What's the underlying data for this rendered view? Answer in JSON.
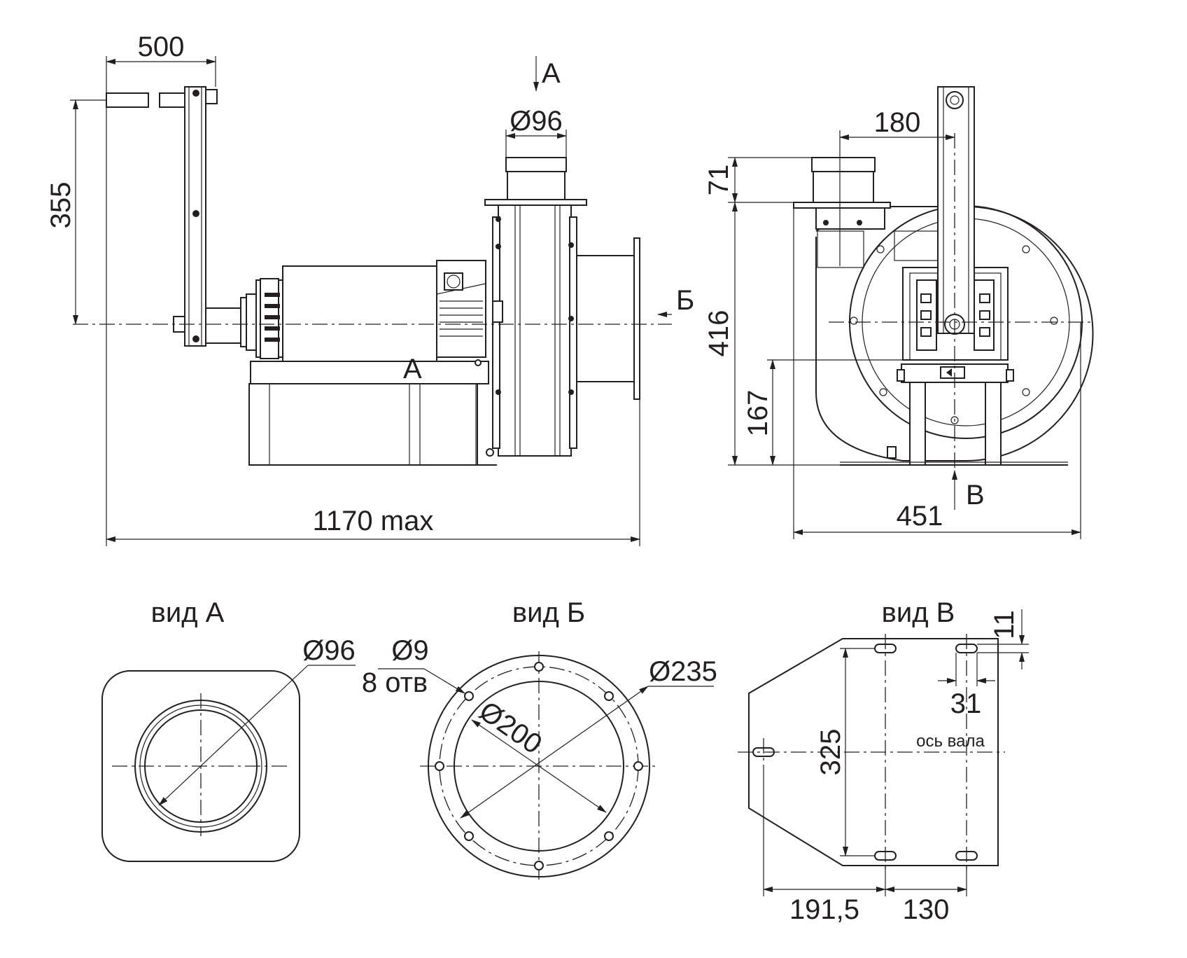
{
  "views": {
    "side": {
      "dim_crank_length": "500",
      "dim_crank_height": "355",
      "dim_outlet_diameter": "Ø96",
      "dim_overall_length": "1170 max",
      "marker_a": "А",
      "marker_a_lower": "А",
      "marker_b": "Б"
    },
    "front": {
      "dim_offset": "180",
      "dim_flange_height": "71",
      "dim_total_height": "416",
      "dim_axis_height": "167",
      "dim_width": "451",
      "marker_v": "В"
    },
    "view_a": {
      "title": "вид А",
      "dim_diameter": "Ø96"
    },
    "view_b": {
      "title": "вид Б",
      "dim_hole_diameter": "Ø9",
      "dim_hole_count": "8 отв",
      "dim_inner_diameter": "Ø200",
      "dim_outer_diameter": "Ø235"
    },
    "view_v": {
      "title": "вид В",
      "dim_slot_offset": "11",
      "dim_slot_length": "31",
      "dim_slot_spacing": "325",
      "axis_label": "ось вала",
      "dim_left_offset": "191,5",
      "dim_hole_spacing": "130"
    }
  },
  "colors": {
    "line": "#231f20",
    "background": "#ffffff"
  }
}
